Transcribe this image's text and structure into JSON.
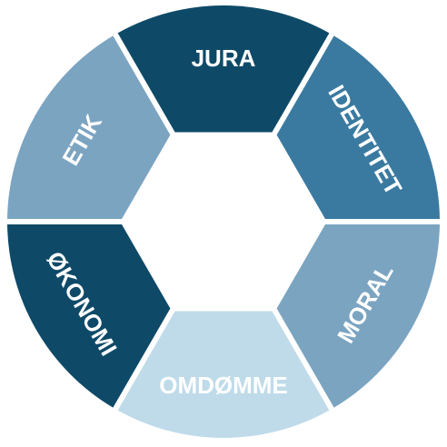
{
  "diagram": {
    "segments": [
      {
        "id": "jura",
        "label": "JURA",
        "color": "#0e4a68"
      },
      {
        "id": "identitet",
        "label": "IDENTITET",
        "color": "#3a7aa0"
      },
      {
        "id": "moral",
        "label": "MORAL",
        "color": "#7ba4c1"
      },
      {
        "id": "omdomme",
        "label": "OMDØMME",
        "color": "#bfdbea"
      },
      {
        "id": "okonomi",
        "label": "ØKONOMI",
        "color": "#0e4a68"
      },
      {
        "id": "etik",
        "label": "ETIK",
        "color": "#7ba4c1"
      }
    ],
    "background": "#ffffff"
  }
}
